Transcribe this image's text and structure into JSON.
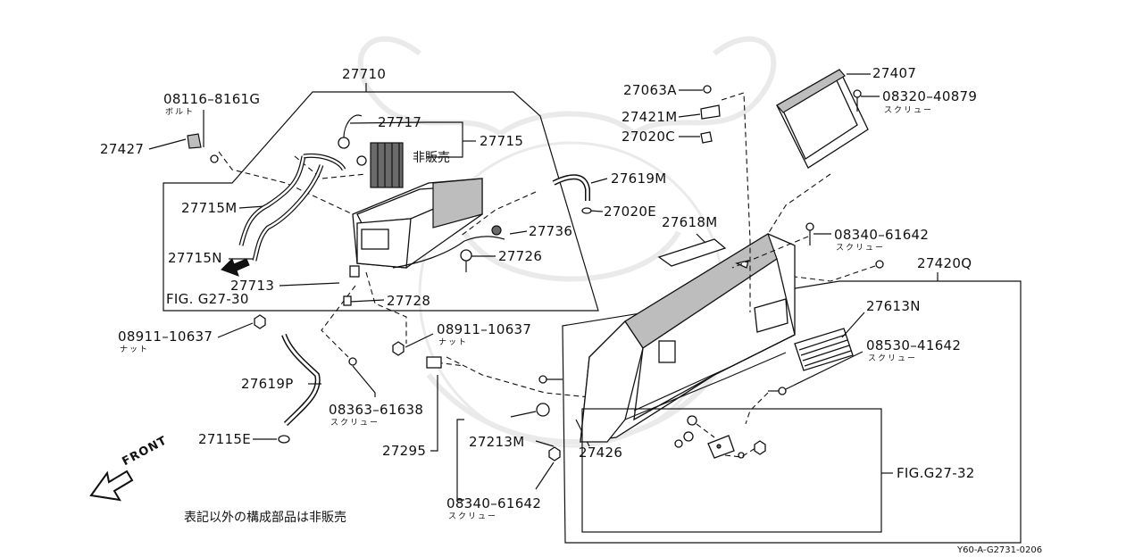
{
  "labels": {
    "l27710": "27710",
    "l08116": "08116–8161G",
    "l08116_sub": "ボルト",
    "l27427": "27427",
    "l27717": "27717",
    "l27715": "27715",
    "not_for_sale": "非販売",
    "l27715M": "27715M",
    "l27715N": "27715N",
    "l27713": "27713",
    "fig_g27_30": "FIG. G27-30",
    "l27728": "27728",
    "l27736": "27736",
    "l27726": "27726",
    "l27619M": "27619M",
    "l27020E": "27020E",
    "l08911_a": "08911–10637",
    "l08911_a_sub": "ナット",
    "l08911_b": "08911–10637",
    "l08911_b_sub": "ナット",
    "l27619P": "27619P",
    "l08363": "08363–61638",
    "l08363_sub": "スクリュー",
    "l27115E": "27115E",
    "l27295": "27295",
    "l27213M": "27213M",
    "l27426": "27426",
    "l08340_a": "08340–61642",
    "l08340_a_sub": "スクリュー",
    "l27063A": "27063A",
    "l27421M": "27421M",
    "l27020C": "27020C",
    "l27407": "27407",
    "l08320": "08320–40879",
    "l08320_sub": "スクリュー",
    "l27618M": "27618M",
    "l08340_b": "08340–61642",
    "l08340_b_sub": "スクリュー",
    "l27420Q": "27420Q",
    "l27613N": "27613N",
    "l08530": "08530–41642",
    "l08530_sub": "スクリュー",
    "fig_g27_32": "FIG.G27-32",
    "front": "FRONT",
    "footer_note": "表記以外の構成部品は非販売",
    "diagram_code": "Y60-A-G2731-0206"
  }
}
